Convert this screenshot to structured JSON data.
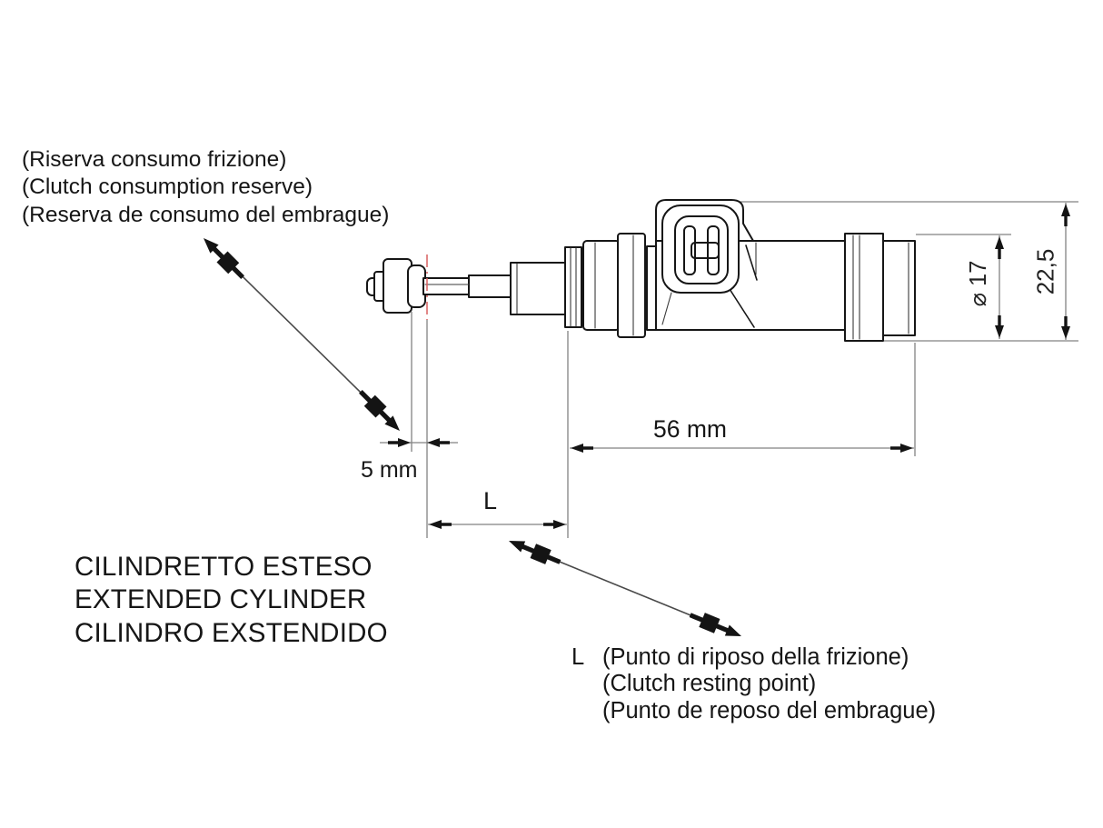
{
  "drawing_type": "technical-dimension-drawing",
  "subject": "clutch slave cylinder, extended position",
  "colors": {
    "outline": "#161616",
    "dimension_lines": "#828282",
    "centerline_red": "#d96060",
    "text": "#161616",
    "background": "#ffffff"
  },
  "notes": {
    "reserve": [
      "(Riserva consumo frizione)",
      "(Clutch consumption reserve)",
      "(Reserva de consumo del embrague)"
    ],
    "resting_prefix": "L",
    "resting": [
      "(Punto di riposo della frizione)",
      "(Clutch resting point)",
      "(Punto de reposo del embrague)"
    ]
  },
  "title": [
    "CILINDRETTO ESTESO",
    "EXTENDED CYLINDER",
    "CILINDRO EXSTENDIDO"
  ],
  "dimensions": {
    "reserve_travel": "5 mm",
    "resting_point": "L",
    "body_length": "56 mm",
    "piston_diameter": "⌀ 17",
    "body_diameter": "22,5"
  }
}
